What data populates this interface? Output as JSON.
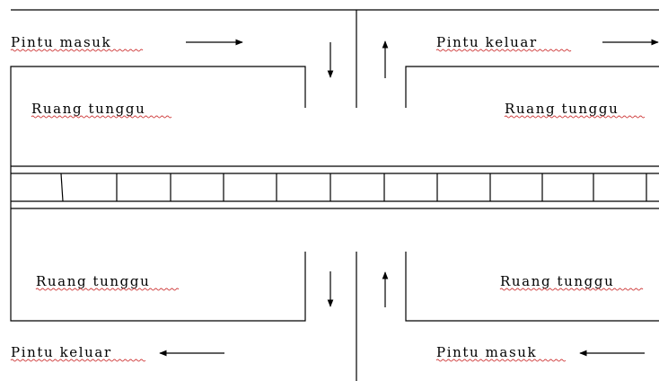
{
  "labels": {
    "top_left_entrance": "Pintu masuk",
    "top_right_exit": "Pintu keluar",
    "top_left_room": "Ruang tunggu",
    "top_right_room": "Ruang tunggu",
    "bottom_left_room": "Ruang tunggu",
    "bottom_right_room": "Ruang tunggu",
    "bottom_left_exit": "Pintu keluar",
    "bottom_right_entrance": "Pintu masuk"
  },
  "colors": {
    "line": "#000000",
    "spellcheck_underline": "#d04040"
  }
}
